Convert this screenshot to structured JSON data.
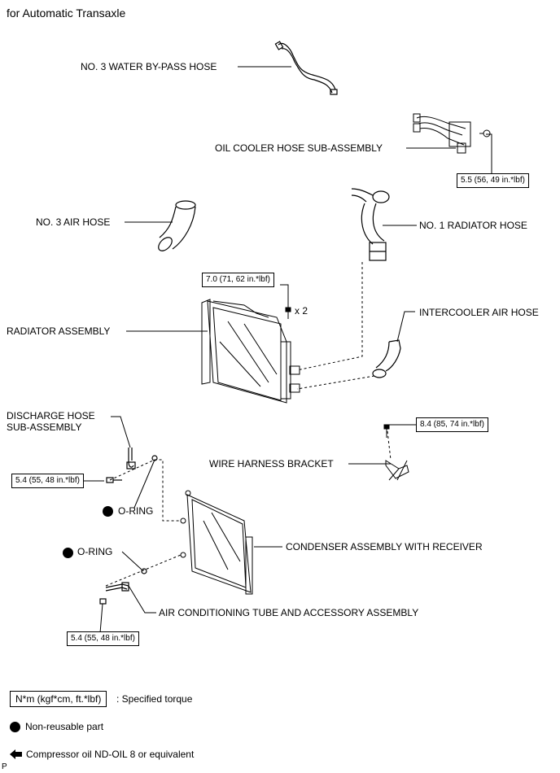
{
  "header": {
    "title": "for Automatic Transaxle"
  },
  "parts": {
    "water_bypass_hose": "NO. 3 WATER BY-PASS HOSE",
    "oil_cooler_hose": "OIL COOLER HOSE SUB-ASSEMBLY",
    "air_hose_3": "NO. 3 AIR HOSE",
    "radiator_hose_1": "NO. 1 RADIATOR HOSE",
    "radiator_assembly": "RADIATOR ASSEMBLY",
    "intercooler_air_hose": "INTERCOOLER AIR HOSE",
    "discharge_hose_line1": "DISCHARGE HOSE",
    "discharge_hose_line2": "SUB-ASSEMBLY",
    "wire_harness_bracket": "WIRE HARNESS BRACKET",
    "o_ring_upper": "O-RING",
    "o_ring_lower": "O-RING",
    "condenser": "CONDENSER ASSEMBLY WITH RECEIVER",
    "ac_tube": "AIR CONDITIONING TUBE AND ACCESSORY ASSEMBLY"
  },
  "torques": {
    "oil_cooler_bolt": "5.5 (56, 49 in.*lbf)",
    "radiator_bolt": "7.0 (71, 62 in.*lbf)",
    "radiator_bolt_qty": "x 2",
    "bracket_bolt": "8.4 (85, 74 in.*lbf)",
    "discharge_bolt": "5.4 (55, 48 in.*lbf)",
    "ac_tube_bolt": "5.4 (55, 48 in.*lbf)"
  },
  "legend": {
    "torque_unit": "N*m (kgf*cm, ft.*lbf)",
    "torque_desc": ": Specified torque",
    "non_reusable": "Non-reusable part",
    "compressor_oil": "Compressor oil ND-OIL 8 or equivalent"
  },
  "footer": {
    "code": "P"
  },
  "icons": {
    "non_reusable": "filled-circle-icon",
    "compressor_oil": "arrow-left-icon"
  }
}
